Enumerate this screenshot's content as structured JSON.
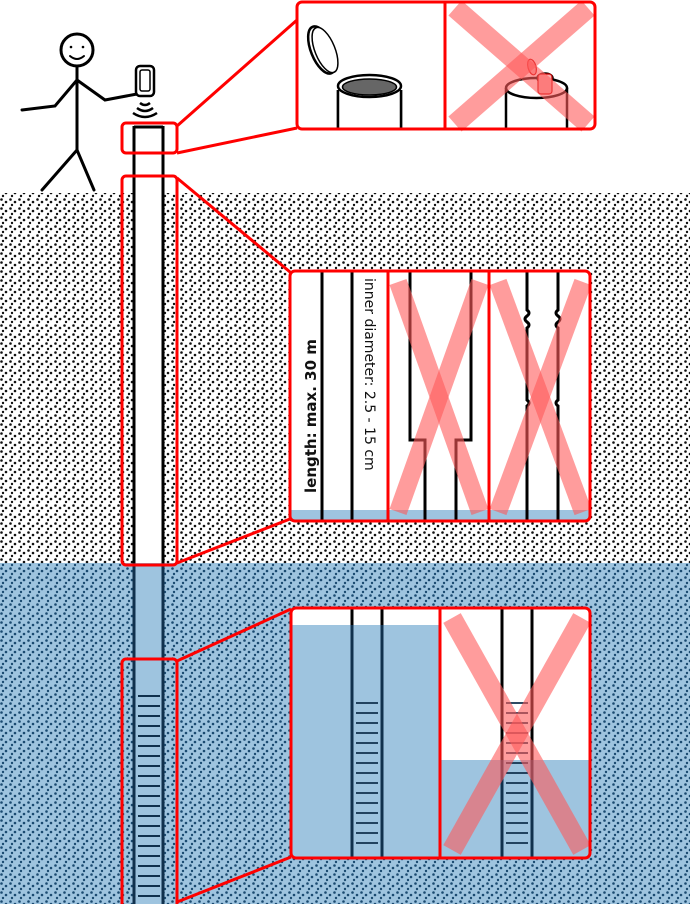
{
  "labels": {
    "length": "length: max. 30 m",
    "diameter": "inner diameter: 2.5 - 15 cm"
  },
  "colors": {
    "highlight": "#ff0000",
    "cross": "#ff6b6b",
    "water": "#9ec4df",
    "water_dots": "#1a4a70",
    "soil_dots": "#111111",
    "pipe_wall_water": "#10314d"
  },
  "icons": [
    "stick-figure-person",
    "smartphone-icon",
    "wireless-signal-icon",
    "open-cap-icon",
    "cross-mark-icon"
  ]
}
